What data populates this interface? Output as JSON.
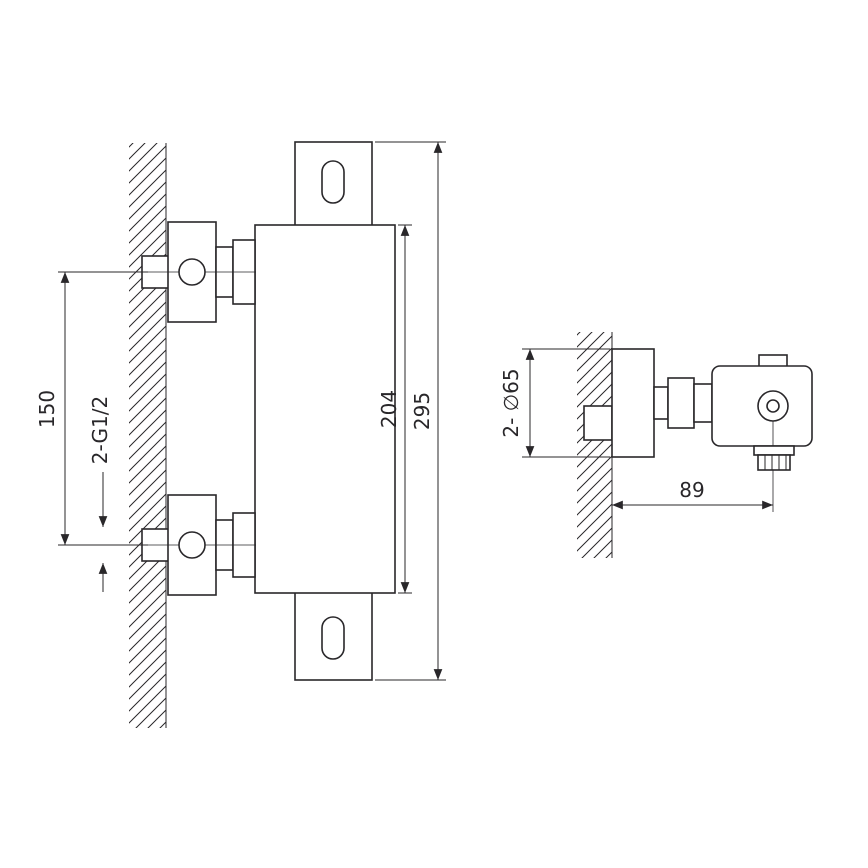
{
  "drawing": {
    "background": "#ffffff",
    "line_color": "#29272a",
    "front_view": {
      "dim_inlet_spacing": "150",
      "dim_inlet_thread": "2-G1/2",
      "dim_body_height": "204",
      "dim_overall_height": "295"
    },
    "side_view": {
      "dim_flange": "2- ∅65",
      "dim_wall_to_outlet": "89"
    }
  }
}
